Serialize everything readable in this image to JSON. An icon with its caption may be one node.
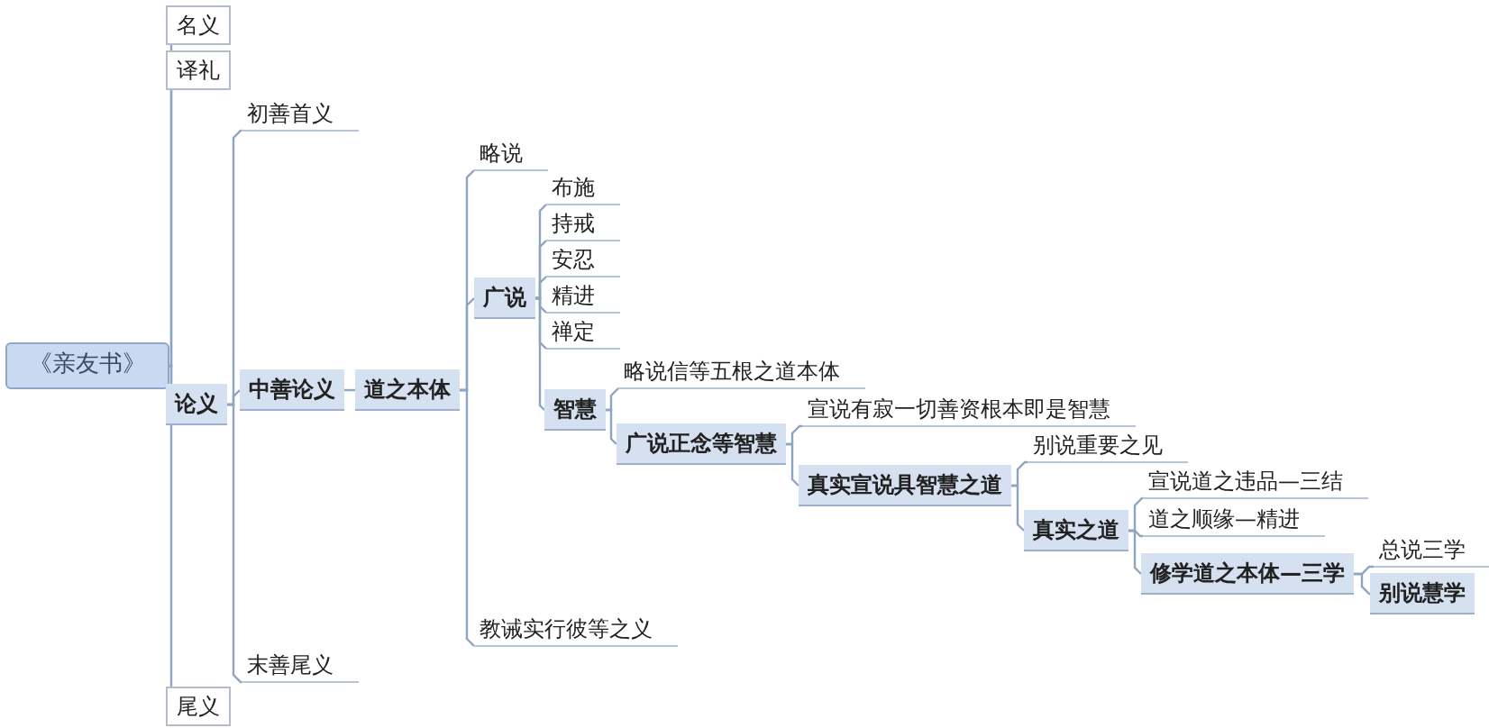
{
  "diagram": {
    "nodes": [
      {
        "text": [
          "《亲友书》"
        ]
      },
      {
        "text": [
          "名义"
        ]
      },
      {
        "text": [
          "译礼"
        ]
      },
      {
        "text": [
          "论义"
        ]
      },
      {
        "text": [
          "尾义"
        ]
      },
      {
        "text": [
          "初善首义"
        ]
      },
      {
        "text": [
          "中善论义"
        ]
      },
      {
        "text": [
          "末善尾义"
        ]
      },
      {
        "text": [
          "道之本体"
        ]
      },
      {
        "text": [
          "略说"
        ]
      },
      {
        "text": [
          "广说"
        ]
      },
      {
        "text": [
          "教诫实行彼等之义"
        ]
      },
      {
        "text": [
          "布施"
        ]
      },
      {
        "text": [
          "持戒"
        ]
      },
      {
        "text": [
          "安忍"
        ]
      },
      {
        "text": [
          "精进"
        ]
      },
      {
        "text": [
          "禅定"
        ]
      },
      {
        "text": [
          "智慧"
        ]
      },
      {
        "text": [
          "略说信等五根之道本体"
        ]
      },
      {
        "text": [
          "广说正念等智慧"
        ]
      },
      {
        "text": [
          "宣说有寂一切善资根本即是智慧"
        ]
      },
      {
        "text": [
          "真实宣说具智慧之道"
        ]
      },
      {
        "text": [
          "别说重要之见"
        ]
      },
      {
        "text": [
          "真实之道"
        ]
      },
      {
        "text": [
          "宣说道之违品—三结"
        ]
      },
      {
        "text": [
          "道之顺缘—精进"
        ]
      },
      {
        "text": [
          "修学道之本体—三学"
        ]
      },
      {
        "text": [
          "总说三学"
        ]
      },
      {
        "text": [
          "别说慧学"
        ]
      }
    ],
    "edges": [
      {
        "from": 0,
        "to": 1,
        "arrow": "none"
      },
      {
        "from": 0,
        "to": 2,
        "arrow": "none"
      },
      {
        "from": 0,
        "to": 3,
        "arrow": "none"
      },
      {
        "from": 0,
        "to": 4,
        "arrow": "none"
      },
      {
        "from": 3,
        "to": 5,
        "arrow": "none"
      },
      {
        "from": 3,
        "to": 6,
        "arrow": "none"
      },
      {
        "from": 3,
        "to": 7,
        "arrow": "none"
      },
      {
        "from": 6,
        "to": 8,
        "arrow": "none"
      },
      {
        "from": 8,
        "to": 9,
        "arrow": "none"
      },
      {
        "from": 8,
        "to": 10,
        "arrow": "none"
      },
      {
        "from": 8,
        "to": 11,
        "arrow": "none"
      },
      {
        "from": 10,
        "to": 12,
        "arrow": "none"
      },
      {
        "from": 10,
        "to": 13,
        "arrow": "none"
      },
      {
        "from": 10,
        "to": 14,
        "arrow": "none"
      },
      {
        "from": 10,
        "to": 15,
        "arrow": "none"
      },
      {
        "from": 10,
        "to": 16,
        "arrow": "none"
      },
      {
        "from": 10,
        "to": 17,
        "arrow": "none"
      },
      {
        "from": 17,
        "to": 18,
        "arrow": "none"
      },
      {
        "from": 17,
        "to": 19,
        "arrow": "none"
      },
      {
        "from": 19,
        "to": 20,
        "arrow": "none"
      },
      {
        "from": 19,
        "to": 21,
        "arrow": "none"
      },
      {
        "from": 21,
        "to": 22,
        "arrow": "none"
      },
      {
        "from": 21,
        "to": 23,
        "arrow": "none"
      },
      {
        "from": 23,
        "to": 24,
        "arrow": "none"
      },
      {
        "from": 23,
        "to": 25,
        "arrow": "none"
      },
      {
        "from": 23,
        "to": 26,
        "arrow": "none"
      },
      {
        "from": 26,
        "to": 27,
        "arrow": "none"
      },
      {
        "from": 26,
        "to": 28,
        "arrow": "none"
      }
    ]
  }
}
